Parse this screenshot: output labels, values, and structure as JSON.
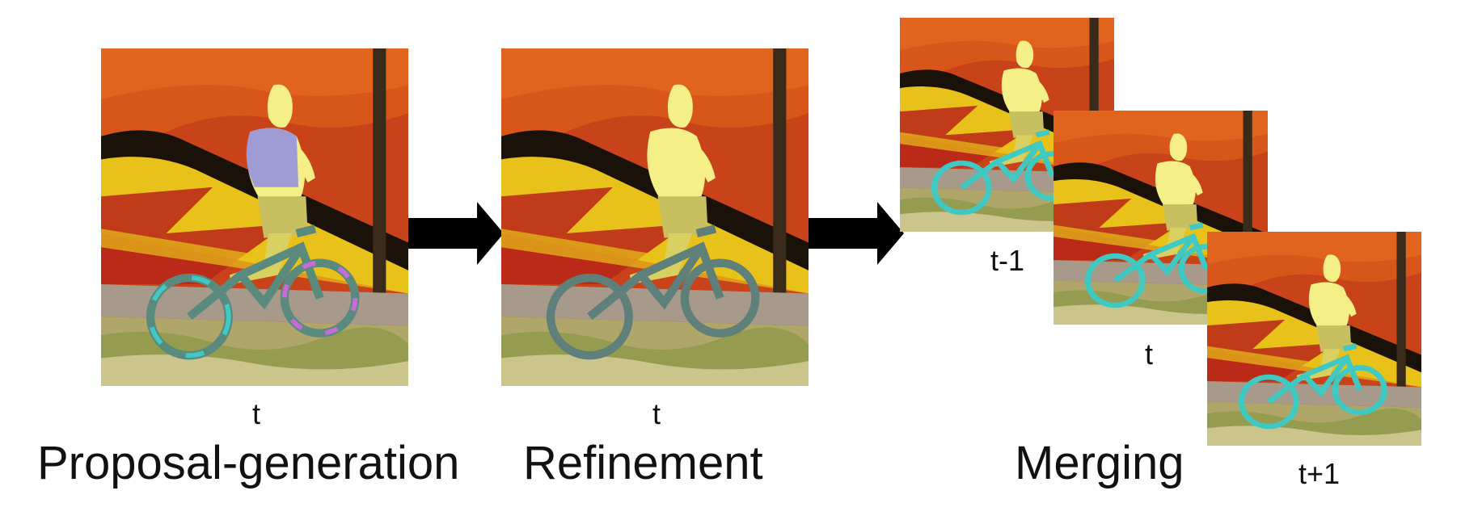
{
  "stages": {
    "proposal": {
      "title": "Proposal-generation",
      "time_label": "t"
    },
    "refinement": {
      "title": "Refinement",
      "time_label": "t"
    },
    "merging": {
      "title": "Merging",
      "frames": [
        {
          "time_label": "t-1"
        },
        {
          "time_label": "t"
        },
        {
          "time_label": "t+1"
        }
      ]
    }
  },
  "colors": {
    "background": "#ffffff",
    "arrow": "#000000",
    "mask_person": "#f4ef86",
    "mask_proposal_fragment": "#9a96d8",
    "mask_bicycle_proposal": "#5a8a7e",
    "mask_bicycle_refined": "#5e7f7a",
    "mask_bicycle_merged": "#3fc9c2",
    "wall_orange": "#d9561a",
    "wall_yellow": "#e8c21a",
    "wall_red": "#b8241a",
    "grass": "#b0a66a"
  },
  "icons": {
    "arrow_1": "right-arrow-icon",
    "arrow_2": "right-arrow-icon"
  }
}
